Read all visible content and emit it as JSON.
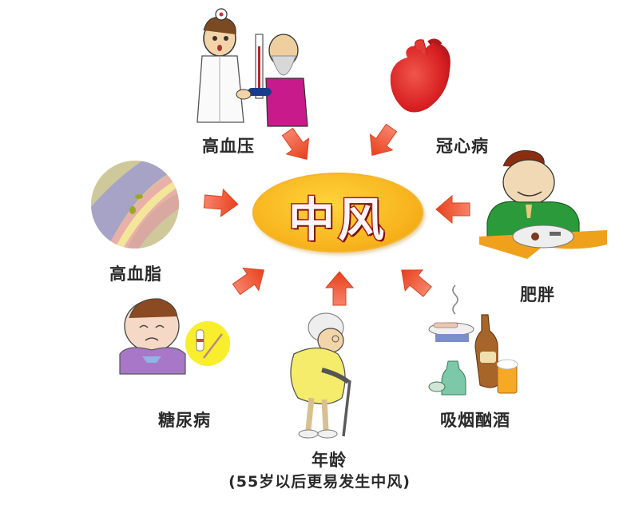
{
  "diagram": {
    "center": {
      "label": "中风",
      "color": "#f8b51e",
      "text_stroke": "#a61b1b"
    },
    "arrow_color": "#f05a2a",
    "factors": [
      {
        "id": "hypertension",
        "label": "高血压",
        "illustration": "doctor-measuring-blood-pressure"
      },
      {
        "id": "coronary",
        "label": "冠心病",
        "illustration": "heart"
      },
      {
        "id": "hyperlipidemia",
        "label": "高血脂",
        "illustration": "clogged-artery"
      },
      {
        "id": "obesity",
        "label": "肥胖",
        "illustration": "obese-man-eating"
      },
      {
        "id": "diabetes",
        "label": "糖尿病",
        "illustration": "child-with-insulin"
      },
      {
        "id": "age",
        "label": "年龄",
        "sublabel": "(55岁以后更易发生中风)",
        "illustration": "elderly-woman-with-cane"
      },
      {
        "id": "smoking-drinking",
        "label": "吸烟酗酒",
        "illustration": "cigarettes-and-alcohol"
      }
    ]
  }
}
